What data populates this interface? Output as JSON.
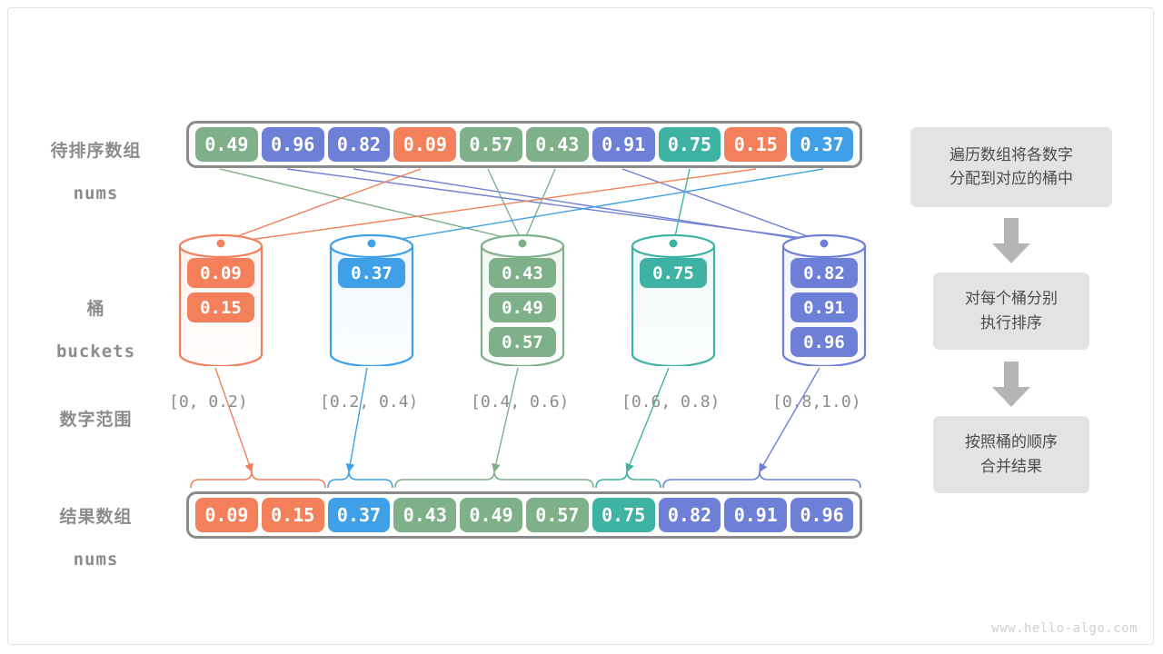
{
  "palette": {
    "green": "#7EB08A",
    "indigo": "#6E7FD8",
    "orange": "#F3805A",
    "blue": "#3FA0E8",
    "teal": "#3FB3A3",
    "gray_border": "#8A8A8A",
    "label_gray": "#8C8C8C",
    "flow_bg": "#E3E3E3",
    "flow_text": "#4D4D4D",
    "arrow_gray": "#B5B5B5"
  },
  "labels": {
    "input_cn": "待排序数组",
    "input_mono": "nums",
    "buckets_cn": "桶",
    "buckets_mono": "buckets",
    "range_cn": "数字范围",
    "output_cn": "结果数组",
    "output_mono": "nums"
  },
  "input_array": {
    "values": [
      "0.49",
      "0.96",
      "0.82",
      "0.09",
      "0.57",
      "0.43",
      "0.91",
      "0.75",
      "0.15",
      "0.37"
    ],
    "colors": [
      "green",
      "indigo",
      "indigo",
      "orange",
      "green",
      "green",
      "indigo",
      "teal",
      "orange",
      "blue"
    ]
  },
  "buckets": [
    {
      "range": "[0, 0.2)",
      "color": "orange",
      "values": [
        "0.09",
        "0.15"
      ]
    },
    {
      "range": "[0.2, 0.4)",
      "color": "blue",
      "values": [
        "0.37"
      ]
    },
    {
      "range": "[0.4, 0.6)",
      "color": "green",
      "values": [
        "0.43",
        "0.49",
        "0.57"
      ]
    },
    {
      "range": "[0.6, 0.8)",
      "color": "teal",
      "values": [
        "0.75"
      ]
    },
    {
      "range": "[0.8,1.0)",
      "color": "indigo",
      "values": [
        "0.82",
        "0.91",
        "0.96"
      ]
    }
  ],
  "output_array": {
    "values": [
      "0.09",
      "0.15",
      "0.37",
      "0.43",
      "0.49",
      "0.57",
      "0.75",
      "0.82",
      "0.91",
      "0.96"
    ],
    "colors": [
      "orange",
      "orange",
      "blue",
      "green",
      "green",
      "green",
      "teal",
      "indigo",
      "indigo",
      "indigo"
    ]
  },
  "flow": {
    "step1": "遍历数组将各数字\n分配到对应的桶中",
    "step2": "对每个桶分别\n执行排序",
    "step3": "按照桶的顺序\n合并结果"
  },
  "watermark": "www.hello-algo.com"
}
